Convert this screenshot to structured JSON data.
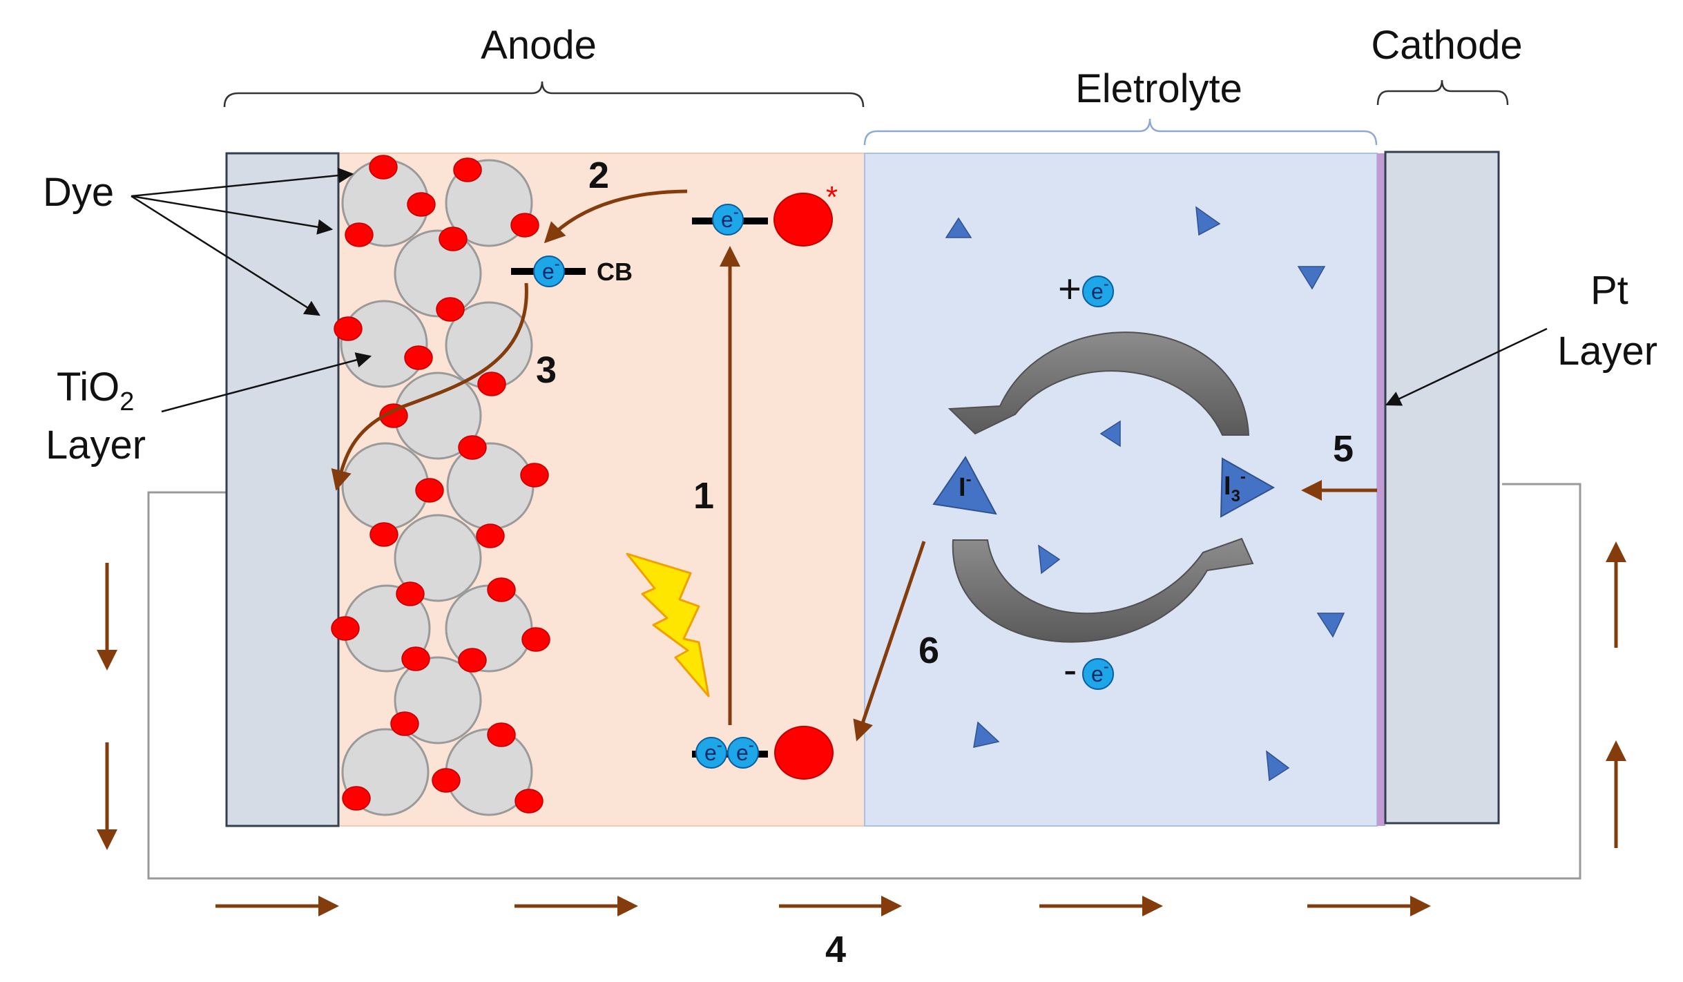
{
  "labels": {
    "anode": "Anode",
    "electrolyte": "Eletrolyte",
    "cathode": "Cathode",
    "dye": "Dye",
    "tio2": "TiO",
    "tio2_sub": "2",
    "layer": "Layer",
    "pt": "Pt",
    "pt_layer": "Layer",
    "cb": "CB",
    "plus_sign": "+",
    "minus_sign": "-",
    "electron": "e",
    "electron_charge": "-",
    "excited_mark": "*",
    "iodide": "I",
    "iodide_charge": "-",
    "triiodide": "I",
    "triiodide_sub": "3",
    "triiodide_charge": "-"
  },
  "steps": {
    "s1": "1",
    "s2": "2",
    "s3": "3",
    "s4": "4",
    "s5": "5",
    "s6": "6"
  },
  "colors": {
    "anode_bg": "#fbe3d6",
    "electrolyte_bg": "#dae3f3",
    "electrode": "#d6dce5",
    "pt_layer": "#c39bd3",
    "particle": "#d9d9d9",
    "dye": "#ff0000",
    "electron": "#1ea7e8",
    "arrow": "#843c0c",
    "ion": "#4472c4",
    "cycle_arrow": "#6f6f6f",
    "lightning": "#ffe600"
  }
}
